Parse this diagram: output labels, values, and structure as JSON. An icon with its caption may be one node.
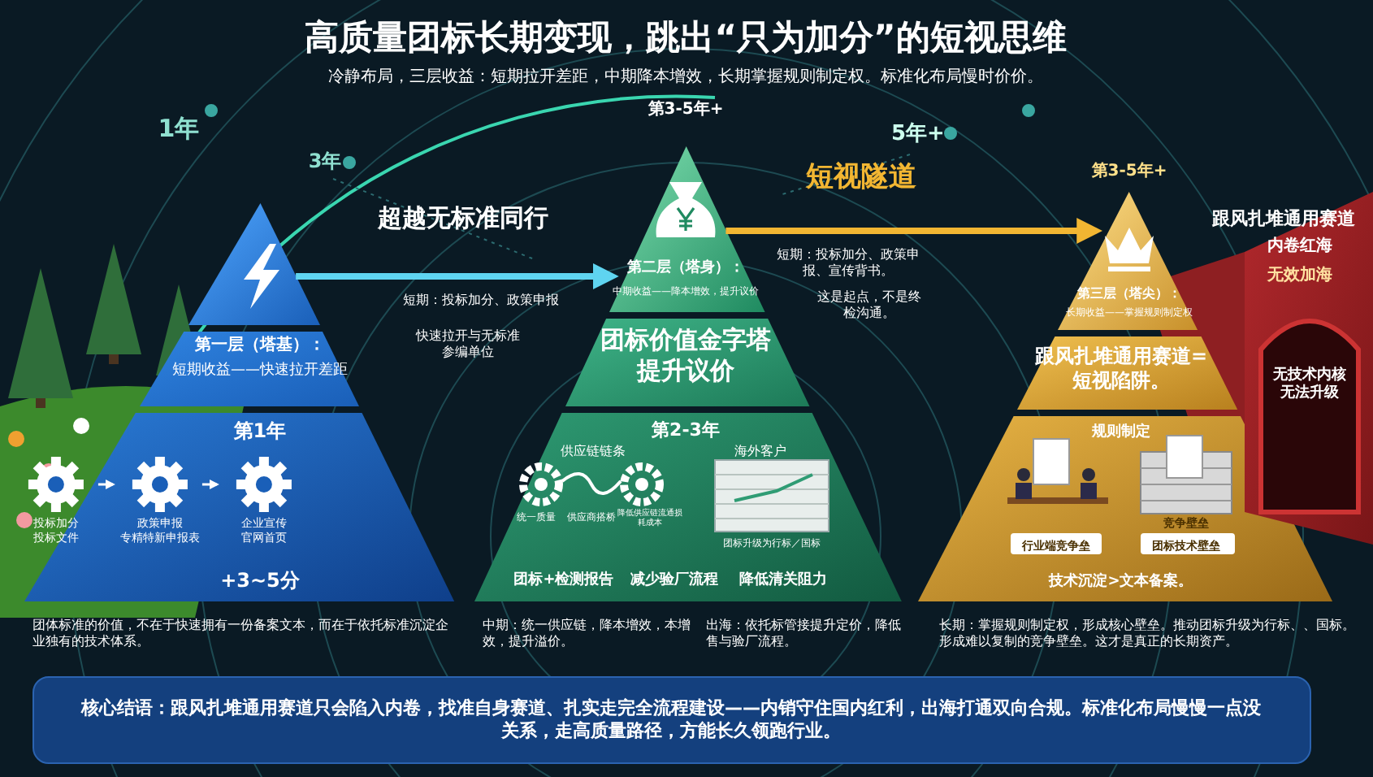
{
  "diagram": {
    "title": "高质量团标长期变现，跳出“只为加分”的短视思维",
    "nodes": [
      {
        "text": [],
        "shape": "triangle"
      },
      {
        "text": [
          "第一层（塔基）：",
          "短期收益——快速拉开差距"
        ]
      },
      {
        "text": [
          "第1年",
          "+3~5分"
        ]
      },
      {
        "text": [
          "投标加分",
          "投标文件"
        ],
        "in": 2
      },
      {
        "text": [
          "政策申报",
          "专精特新申报表"
        ],
        "in": 2
      },
      {
        "text": [
          "企业宣传",
          "官网首页"
        ],
        "in": 2
      },
      {
        "text": [
          "第二层（塔身）：",
          "中期收益——降本增效，提升议价"
        ],
        "beside": [
          "第3-5年+"
        ]
      },
      {
        "text": [
          "团标价值金字塔提升议价"
        ]
      },
      {
        "text": [
          "第2-3年",
          "供应链链条",
          "海外客户",
          "统一质量",
          "供应商搭桥",
          "降低供应链流通损耗成本",
          "团标升级为行标／国标",
          "团标+检测报告",
          "减少验厂流程",
          "降低清关阻力"
        ]
      },
      {
        "text": [
          "第三层（塔尖）：",
          "长期收益——掌握规则制定权"
        ],
        "beside": [
          "第3-5年+"
        ]
      },
      {
        "text": [
          "跟风扎堆通用赛道=短视陷阱。"
        ]
      },
      {
        "text": [
          "规则制定",
          "行业端竞争垒",
          "竞争壁垒",
          "团标技术壁垒",
          "技术沉淀>文本备案。"
        ]
      },
      {
        "text": [
          "跟风扎堆通用赛道",
          "内卷红海",
          "无效加海",
          "无技术内核无法升级"
        ]
      }
    ],
    "edges": [
      {
        "from": 0,
        "to": 6,
        "arrow": "to",
        "label": "超越无标准同行",
        "color": "#5fd4f0",
        "style": "thick"
      },
      {
        "from": 6,
        "to": 9,
        "arrow": "to",
        "label": "短视隧道",
        "color": "#f2b632",
        "style": "thick"
      },
      {
        "from": 3,
        "to": 4,
        "arrow": "to"
      },
      {
        "from": 4,
        "to": 5,
        "arrow": "to"
      }
    ],
    "labels": [
      "冷静布局，三层收益：短期拉开差距，中期降本增效，长期掌握规则制定权。标准化布局慢时价价。",
      "1年",
      "3年",
      "5年+",
      "短期：投标加分、政策申报",
      "快速拉开与无标准参编单位",
      "短期：投标加分、政策申报、宣传背书。",
      "这是起点，不是终检沟通。",
      "团体标准的价值，不在于快速拥有一份备案文本，而在于依托标准沉淀企业独有的技术体系。",
      "中期：统一供应链，降本增效，本增效，提升溢价。",
      "出海：依托标管接提升定价，降低售与验厂流程。",
      "长期：掌握规则制定权，形成核心壁垒。推动团标升级为行标、、国标。形成难以复制的竞争壁垒。这才是真正的长期资产。",
      "核心结语：跟风扎堆通用赛道只会陷入内卷，找准自身赛道、扎实走完全流程建设——内销守住国内红利，出海打通双向合规。标准化布局慢慢一点没关系，走高质量路径，方能长久领跑行业。"
    ]
  }
}
